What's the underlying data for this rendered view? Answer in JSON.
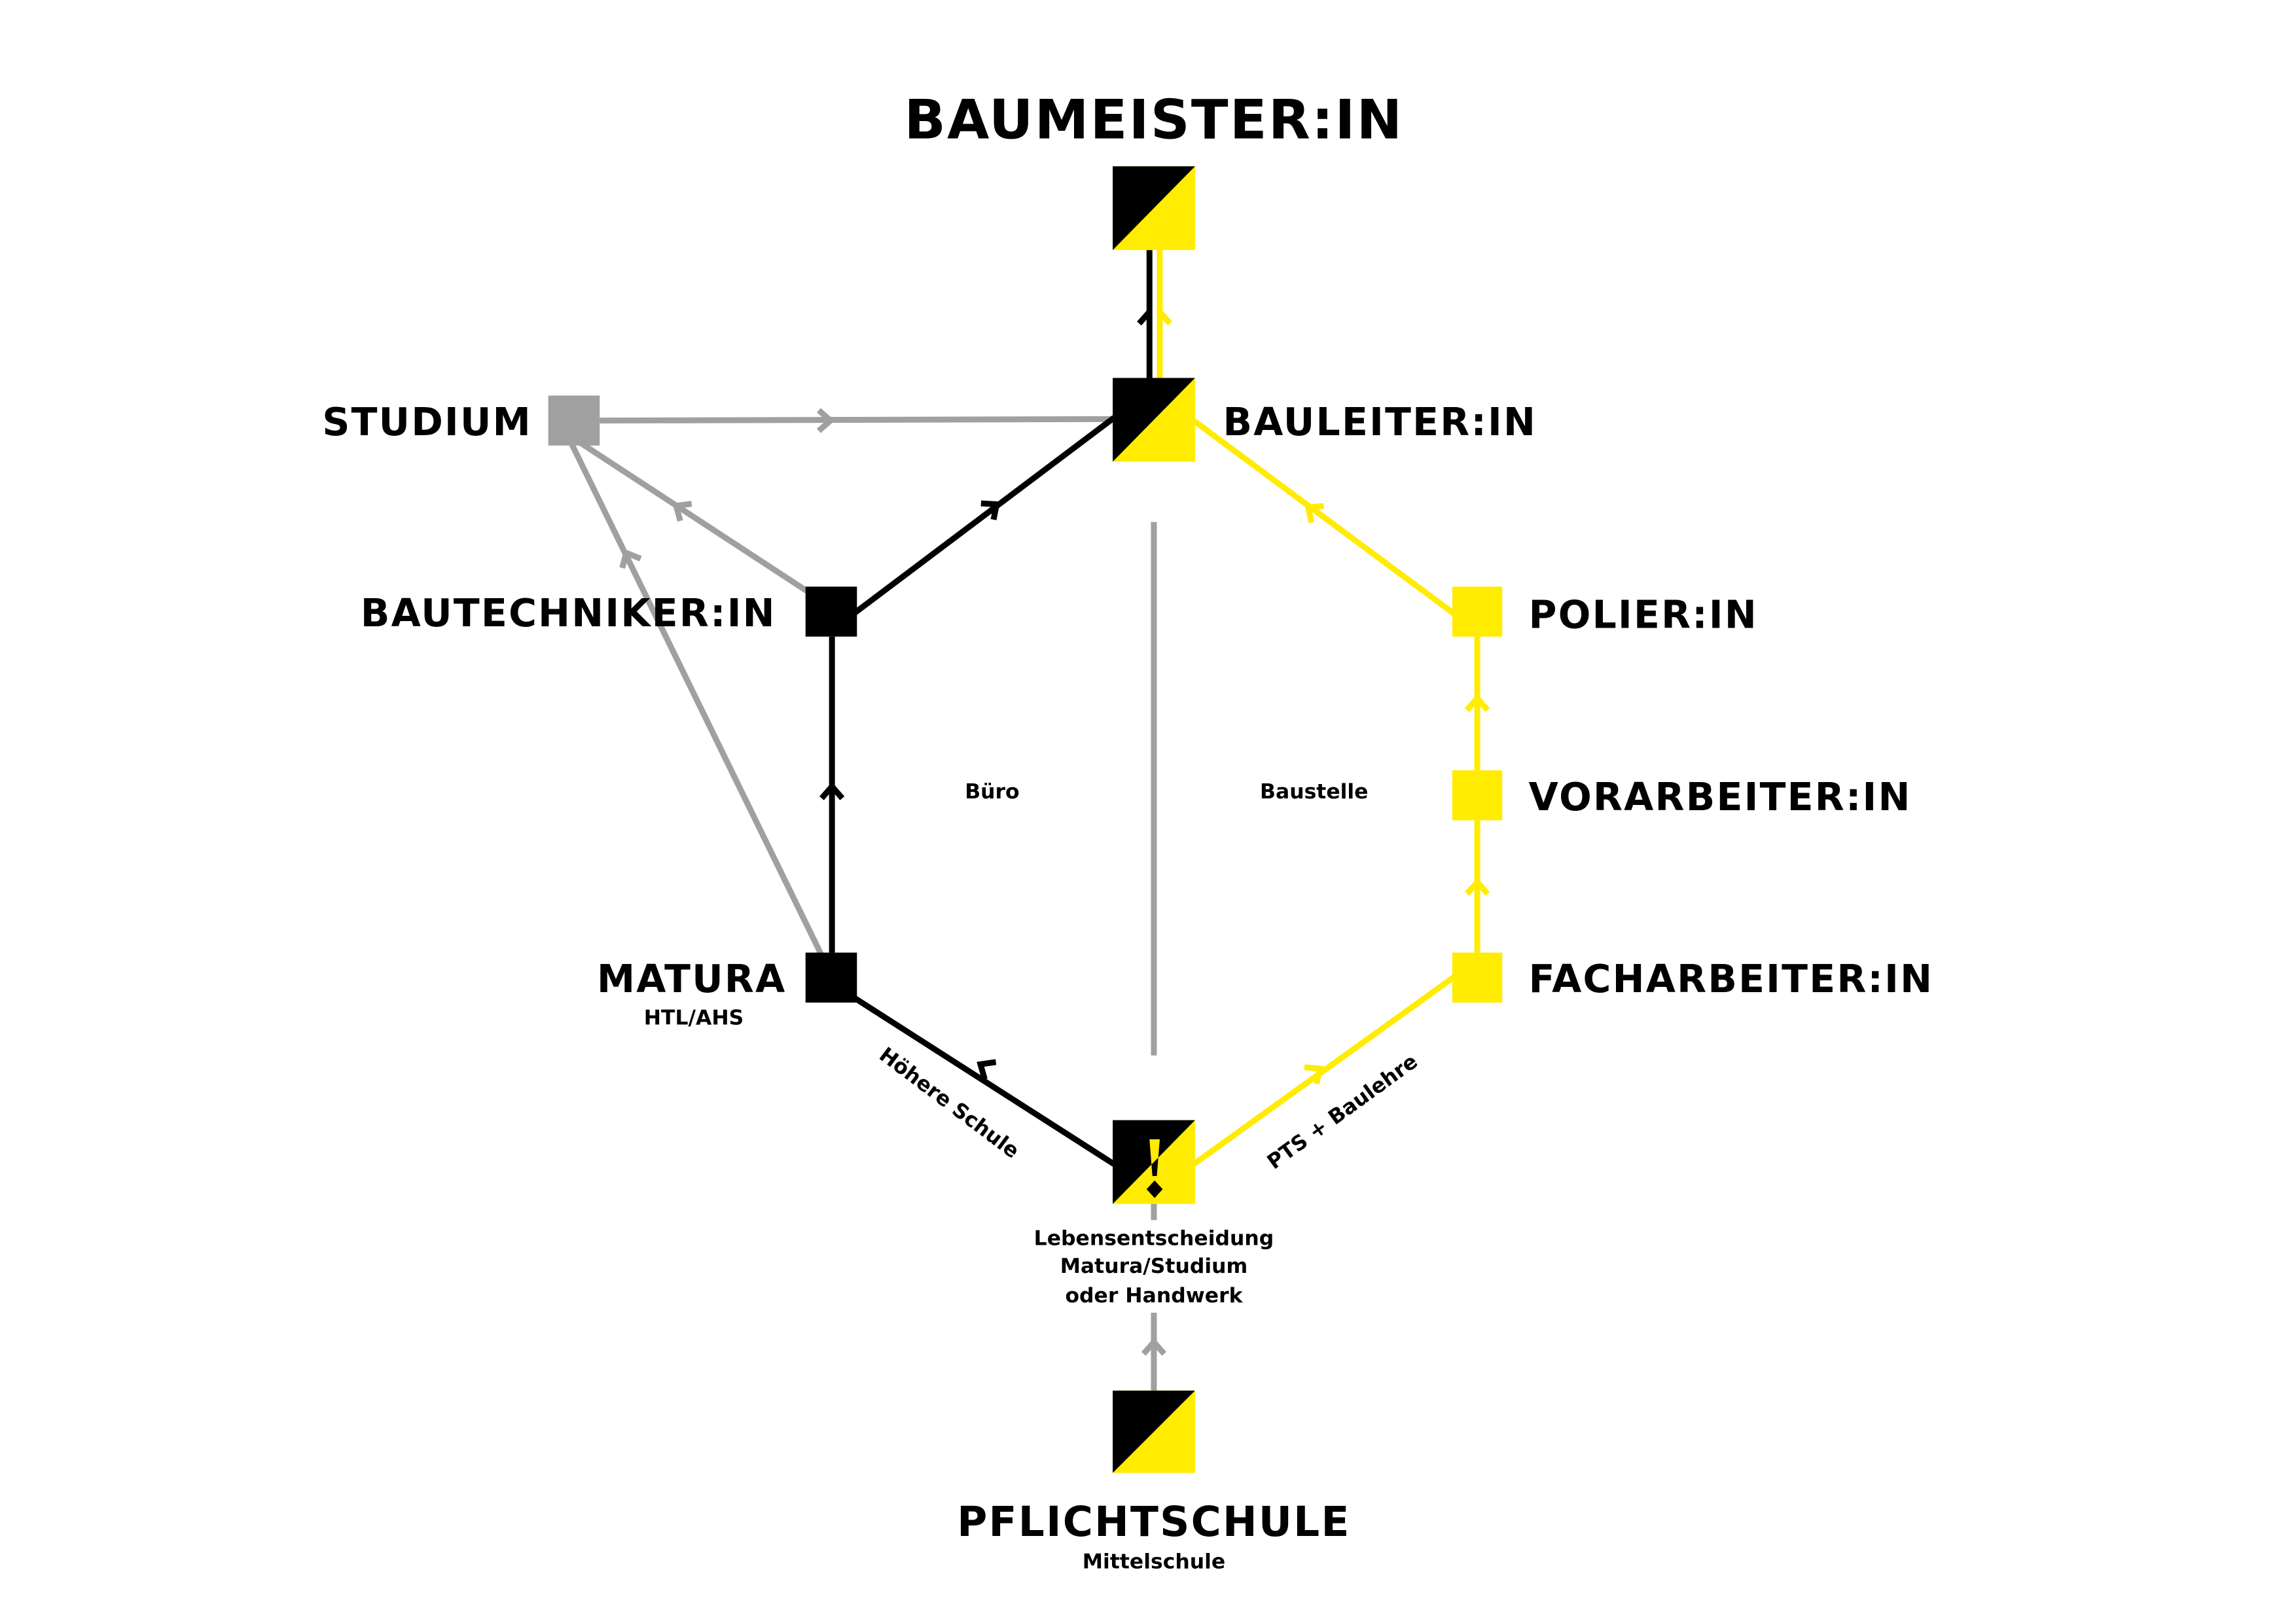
{
  "colors": {
    "black": "#000000",
    "yellow": "#FFEC00",
    "gray": "#A0A0A0"
  },
  "nodes": {
    "baumeister": {
      "label": "BAUMEISTER:IN"
    },
    "bauleiter": {
      "label": "BAULEITER:IN"
    },
    "studium": {
      "label": "STUDIUM"
    },
    "bautechniker": {
      "label": "BAUTECHNIKER:IN"
    },
    "matura": {
      "label": "MATURA",
      "sublabel": "HTL/AHS"
    },
    "polier": {
      "label": "POLIER:IN"
    },
    "vorarbeiter": {
      "label": "VORARBEITER:IN"
    },
    "facharbeiter": {
      "label": "FACHARBEITER:IN"
    },
    "entscheidung": {
      "icon": "exclamation-icon",
      "lines": [
        "Lebensentscheidung",
        "Matura/Studium",
        "oder Handwerk"
      ]
    },
    "pflichtschule": {
      "label": "PFLICHTSCHULE",
      "sublabel": "Mittelschule"
    }
  },
  "regions": {
    "left": "Büro",
    "right": "Baustelle"
  },
  "edges": {
    "hoehere_schule": "Höhere Schule",
    "pts_baulehre": "PTS + Baulehre"
  }
}
